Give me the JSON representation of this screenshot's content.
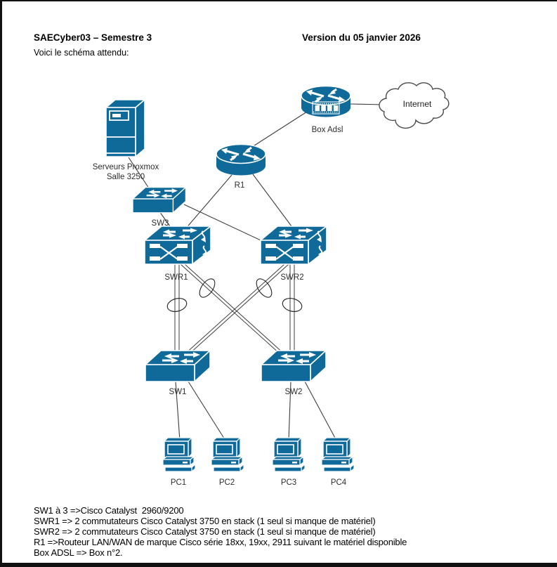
{
  "header": {
    "title": "SAECyber03 – Semestre 3",
    "version": "Version du 05 janvier 2026",
    "intro": "Voici le schéma attendu:"
  },
  "diagram": {
    "nodes": {
      "server": {
        "label1": "Serveurs Proxmox",
        "label2": "Salle 3250"
      },
      "box_adsl": {
        "label": "Box Adsl"
      },
      "internet": {
        "label": "Internet"
      },
      "r1": {
        "label": "R1"
      },
      "sw3": {
        "label": "SW3"
      },
      "swr1": {
        "label": "SWR1"
      },
      "swr2": {
        "label": "SWR2"
      },
      "sw1": {
        "label": "SW1"
      },
      "sw2": {
        "label": "SW2"
      },
      "pc1": {
        "label": "PC1"
      },
      "pc2": {
        "label": "PC2"
      },
      "pc3": {
        "label": "PC3"
      },
      "pc4": {
        "label": "PC4"
      }
    },
    "colors": {
      "icon_blue": "#0f6a99",
      "link_line": "#3d3d3d",
      "cloud_outline": "#4a4a4a",
      "page_border": "#111111"
    }
  },
  "notes": {
    "line1": "SW1 à 3 =>Cisco Catalyst  2960/9200",
    "line2": "SWR1 => 2 commutateurs Cisco Catalyst 3750 en stack (1 seul si manque de matériel)",
    "line3": "SWR2 => 2 commutateurs Cisco Catalyst 3750 en stack (1 seul si manque de matériel)",
    "line4": "R1 =>Routeur LAN/WAN de marque Cisco série 18xx, 19xx, 2911 suivant le matériel disponible",
    "line5": "Box ADSL => Box n°2."
  }
}
